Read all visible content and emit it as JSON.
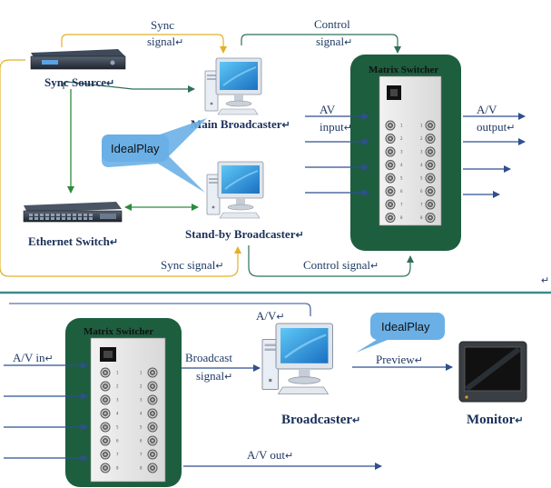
{
  "top": {
    "sync_source_label": "Sync Source",
    "main_broadcaster_label": "Main Broadcaster",
    "standby_broadcaster_label": "Stand-by Broadcaster",
    "ethernet_switch_label": "Ethernet Switch",
    "matrix_switcher_label": "Matrix Switcher",
    "sync_signal_top_line1": "Sync",
    "sync_signal_top_line2": "signal",
    "control_signal_top_line1": "Control",
    "control_signal_top_line2": "signal",
    "av_input_line1": "AV",
    "av_input_line2": "input",
    "av_output_line1": "A/V",
    "av_output_line2": "output",
    "idealplay_label": "IdealPlay",
    "sync_signal_bottom": "Sync signal",
    "control_signal_bottom": "Control signal",
    "port_numbers": [
      "1",
      "2",
      "3",
      "4",
      "5",
      "6",
      "7",
      "8"
    ]
  },
  "bottom": {
    "matrix_switcher_label": "Matrix Switcher",
    "av_in_label": "A/V in",
    "av_top_label": "A/V",
    "broadcast_signal_line1": "Broadcast",
    "broadcast_signal_line2": "signal",
    "broadcaster_label": "Broadcaster",
    "idealplay_label": "IdealPlay",
    "preview_label": "Preview",
    "monitor_label": "Monitor",
    "av_out_label": "A/V out",
    "port_numbers": [
      "1",
      "2",
      "3",
      "4",
      "5",
      "6",
      "7",
      "8"
    ]
  },
  "paragraph_mark": "↵",
  "colors": {
    "sync_line": "#e3b02a",
    "control_line": "#2f6f5a",
    "ethernet_line": "#2e8a3c",
    "arrow_blue": "#2f4f8f",
    "matrix_green": "#1d5e3f",
    "divider": "#3d8a8a",
    "bubble": "#6ab0e6"
  }
}
